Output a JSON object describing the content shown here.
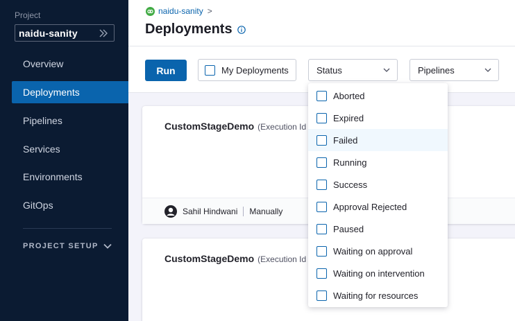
{
  "sidebar": {
    "project_label": "Project",
    "project_name": "naidu-sanity",
    "items": [
      {
        "label": "Overview",
        "active": false
      },
      {
        "label": "Deployments",
        "active": true
      },
      {
        "label": "Pipelines",
        "active": false
      },
      {
        "label": "Services",
        "active": false
      },
      {
        "label": "Environments",
        "active": false
      },
      {
        "label": "GitOps",
        "active": false
      }
    ],
    "project_setup": "PROJECT SETUP"
  },
  "header": {
    "breadcrumb": "naidu-sanity",
    "breadcrumb_sep": ">",
    "title": "Deployments"
  },
  "toolbar": {
    "run_label": "Run",
    "my_deployments_label": "My Deployments",
    "status_label": "Status",
    "pipelines_label": "Pipelines"
  },
  "status_dropdown": {
    "options": [
      "Aborted",
      "Expired",
      "Failed",
      "Running",
      "Success",
      "Approval Rejected",
      "Paused",
      "Waiting on approval",
      "Waiting on intervention",
      "Waiting for resources"
    ],
    "hovered": "Failed"
  },
  "cards": [
    {
      "pipeline": "CustomStageDemo",
      "execution_id": "(Execution Id",
      "user": "Sahil Hindwani",
      "trigger": "Manually"
    },
    {
      "pipeline": "CustomStageDemo",
      "execution_id": "(Execution Id"
    }
  ],
  "colors": {
    "sidebar_bg": "#0b1b32",
    "accent": "#0a64ad",
    "brand_green": "#42ab45"
  }
}
